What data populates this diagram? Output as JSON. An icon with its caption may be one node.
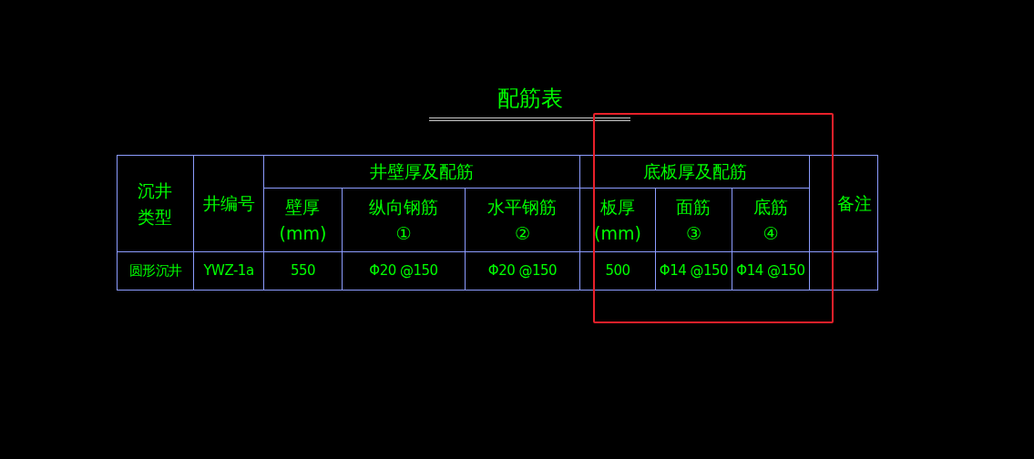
{
  "diagram": {
    "title": "配筋表",
    "nodes": [
      {
        "text": [],
        "shape": "box"
      }
    ],
    "labels": [
      "沉井类型",
      "井编号",
      "井壁厚及配筋",
      "底板厚及配筋",
      "备注",
      "壁厚(mm)",
      "纵向钢筋①",
      "水平钢筋②",
      "板厚(mm)",
      "面筋③",
      "底筋④",
      "圆形沉井",
      "YWZ-1a",
      "550",
      "Φ20 @150",
      "Φ20 @150",
      "500",
      "Φ14 @150",
      "Φ14 @150"
    ]
  }
}
